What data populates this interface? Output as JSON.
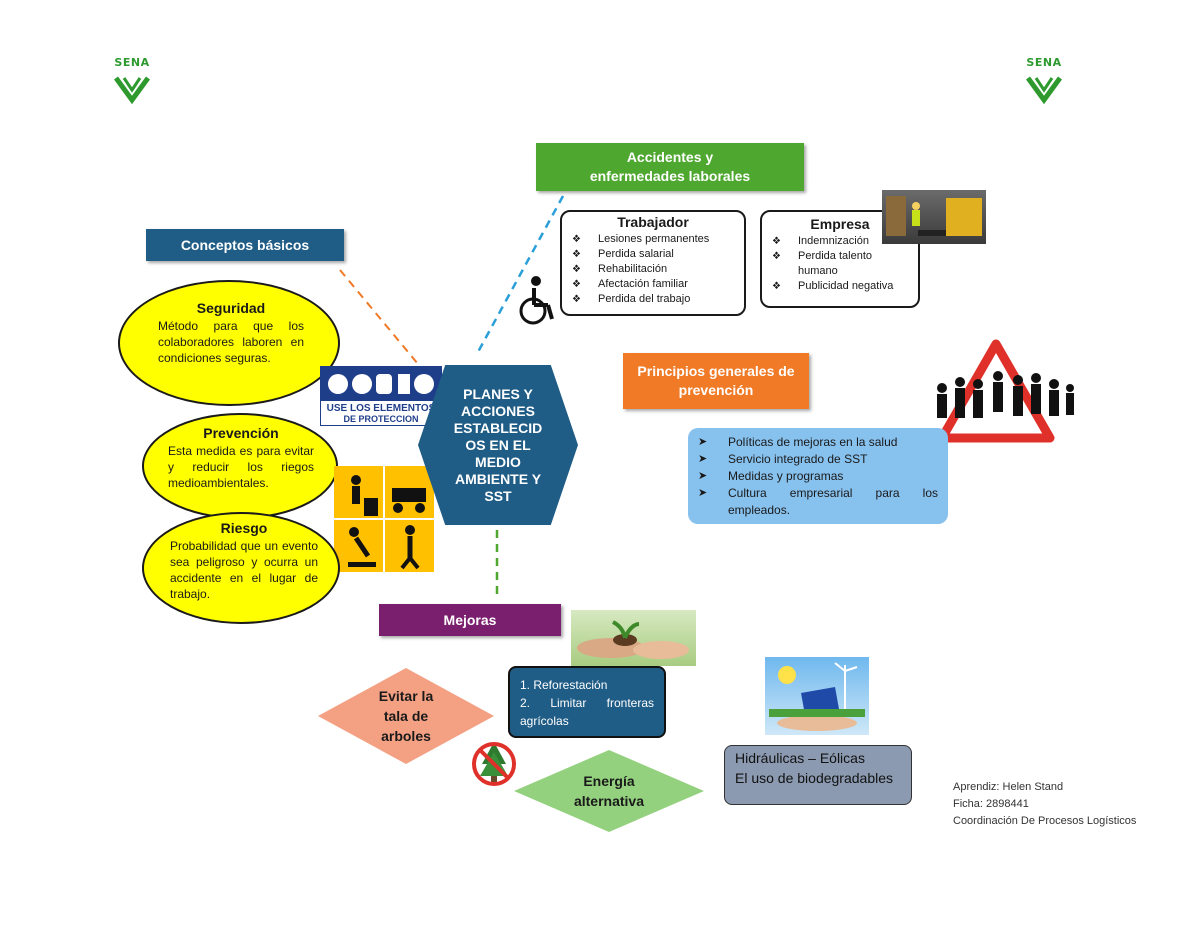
{
  "logos": {
    "left_text": "SENA",
    "right_text": "SENA"
  },
  "colors": {
    "green_banner": "#4ea72e",
    "navy_banner": "#1f5c86",
    "orange_banner": "#f07a26",
    "purple_banner": "#7a1f6e",
    "center_hex": "#1f5c86",
    "yellow": "#ffff00",
    "light_blue": "#87c1ee",
    "salmon": "#f4a083",
    "light_green": "#93d17e",
    "slate": "#8b9ab0"
  },
  "center": {
    "title": "PLANES Y ACCIONES ESTABLECID OS EN EL MEDIO AMBIENTE Y SST"
  },
  "conceptos": {
    "banner": "Conceptos básicos",
    "seguridad": {
      "title": "Seguridad",
      "body": "Método para que los colaboradores laboren en condiciones seguras."
    },
    "prevencion": {
      "title": "Prevención",
      "body": "Esta medida es para evitar y reducir los riegos medioambientales."
    },
    "riesgo": {
      "title": "Riesgo",
      "body": "Probabilidad que un evento sea peligroso y ocurra un accidente en el lugar de trabajo."
    },
    "epp_sign": {
      "line1": "USE LOS ELEMENTOS",
      "line2": "DE PROTECCION"
    }
  },
  "accidentes": {
    "banner": "Accidentes y enfermedades laborales",
    "trabajador": {
      "title": "Trabajador",
      "items": [
        "Lesiones permanentes",
        "Perdida salarial",
        "Rehabilitación",
        "Afectación familiar",
        "Perdida del trabajo"
      ]
    },
    "empresa": {
      "title": "Empresa",
      "items": [
        "Indemnización",
        "Perdida talento humano",
        "Publicidad negativa"
      ]
    }
  },
  "principios": {
    "banner": "Principios generales de prevención",
    "items": [
      "Políticas de mejoras en la salud",
      "Servicio integrado de SST",
      "Medidas y programas",
      "Cultura empresarial para los empleados."
    ]
  },
  "mejoras": {
    "banner": "Mejoras",
    "evitar": "Evitar la tala de arboles",
    "list": [
      "1. Reforestación",
      "2. Limitar fronteras agrícolas"
    ],
    "energia": "Energía alternativa",
    "energia_box": [
      "Hidráulicas – Eólicas",
      "El uso de biodegradables"
    ]
  },
  "footer": {
    "aprendiz": "Aprendiz: Helen Stand",
    "ficha": "Ficha: 2898441",
    "coordinacion": "Coordinación De Procesos Logísticos"
  }
}
